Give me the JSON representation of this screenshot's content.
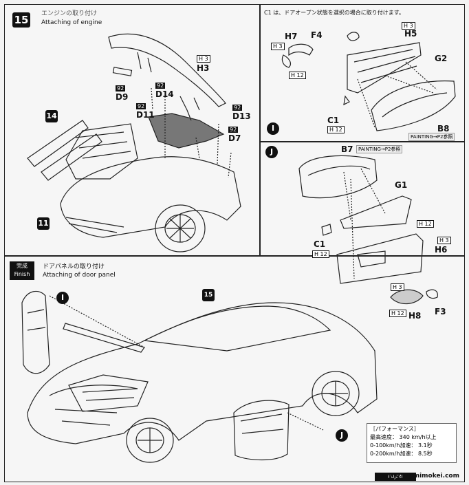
{
  "step15": {
    "number": "15",
    "subtitle_jp": "エンジンの取り付け",
    "subtitle_en": "Attaching of engine",
    "callout_14": "14",
    "callout_11": "11",
    "parts": {
      "h3_box": "H 3",
      "h3": "H3",
      "d9_box": "92",
      "d9": "D9",
      "d14_box": "92",
      "d14": "D14",
      "d11_box": "92",
      "d11": "D11",
      "d13_box": "92",
      "d13": "D13",
      "d7_box": "92",
      "d7": "D7"
    }
  },
  "panel_i": {
    "letter": "I",
    "note": "C1 は、ドアオープン状態を選択の場合に取り付けます。",
    "h7": "H7",
    "f4": "F4",
    "h3_box": "H 3",
    "h12_box": "H 12",
    "h3b_box": "H 3",
    "h5": "H5",
    "g2": "G2",
    "c1": "C1",
    "h12b_box": "H 12",
    "b8": "B8",
    "painting": "PAINTING→P2参照"
  },
  "panel_j": {
    "letter": "J",
    "b7": "B7",
    "painting": "PAINTING→P2参照",
    "g1": "G1",
    "h12_box": "H 12",
    "h3_box": "H 3",
    "h6": "H6",
    "c1": "C1",
    "h12b_box": "H 12",
    "h3c_box": "H 3",
    "h12c_box": "H 12",
    "h8": "H8",
    "f3": "F3"
  },
  "finish": {
    "badge_jp": "完成",
    "badge_en": "Finish",
    "subtitle_jp": "ドアパネルの取り付け",
    "subtitle_en": "Attaching of door panel",
    "callout_i": "I",
    "callout_15": "15",
    "callout_j": "J"
  },
  "performance": {
    "title": "［パフォーマンス］",
    "line1": "最高速度： 340 km/h以上",
    "line2": "0-100km/h加速： 3.1秒",
    "line3": "0-200km/h加速： 8.5秒"
  },
  "footer": {
    "url": "www.fujimimokei.com",
    "logo": "FUJIMI"
  }
}
